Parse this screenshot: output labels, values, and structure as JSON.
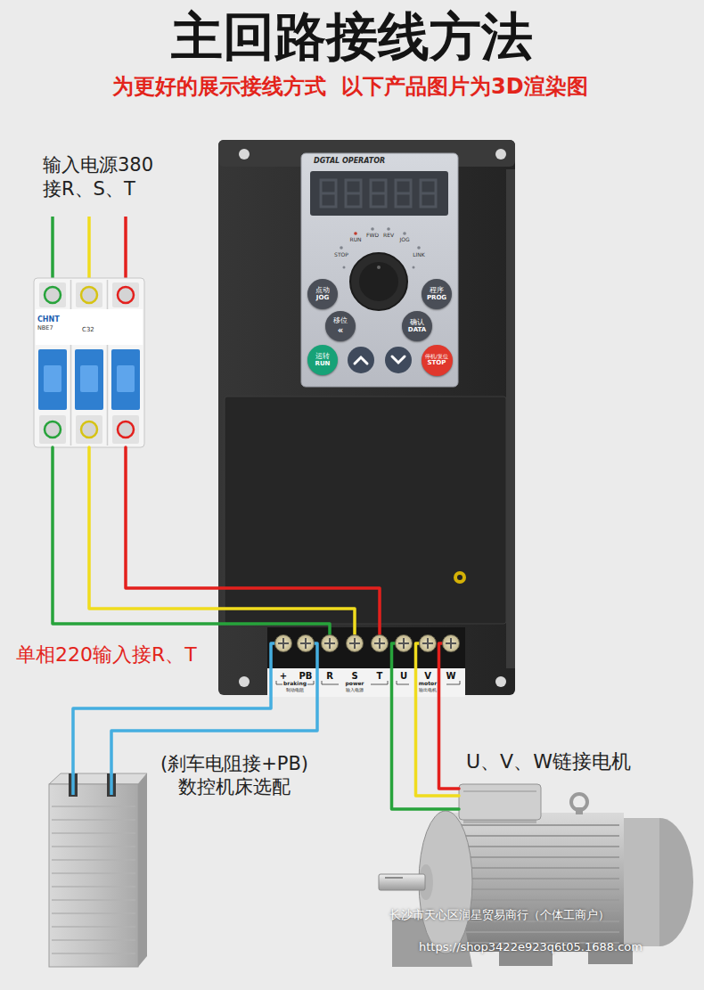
{
  "diagram": {
    "title": "主回路接线方法",
    "nodes": [
      {
        "text": [
          "输入电源380 接R、S、T",
          "CHNT",
          "NBE7",
          "C32"
        ]
      },
      {
        "text": [
          "DGTAL OPERATOR"
        ]
      },
      {
        "text": [
          "点动",
          "JOG"
        ],
        "in": 1
      },
      {
        "text": [
          "程序",
          "PROG"
        ],
        "in": 1
      },
      {
        "text": [
          "移位",
          "«"
        ],
        "in": 1
      },
      {
        "text": [
          "确认",
          "DATA"
        ],
        "in": 1
      },
      {
        "text": [
          "运转",
          "RUN"
        ],
        "in": 1
      },
      {
        "text": [
          "停机/复位",
          "STOP"
        ],
        "in": 1
      },
      {
        "text": [
          "+"
        ],
        "in": 1
      },
      {
        "text": [
          "PB"
        ],
        "in": 1
      },
      {
        "text": [
          "R"
        ],
        "in": 1
      },
      {
        "text": [
          "S"
        ],
        "in": 1
      },
      {
        "text": [
          "T"
        ],
        "in": 1
      },
      {
        "text": [
          "U"
        ],
        "in": 1
      },
      {
        "text": [
          "V"
        ],
        "in": 1
      },
      {
        "text": [
          "W"
        ],
        "in": 1
      },
      {
        "text": [
          "(刹车电阻接+PB) 数控机床选配"
        ]
      },
      {
        "text": [
          "U、V、W链接电机"
        ]
      }
    ],
    "edges": [
      {
        "from": 0,
        "to": 10,
        "arrow": "none"
      },
      {
        "from": 0,
        "to": 11,
        "arrow": "none"
      },
      {
        "from": 0,
        "to": 12,
        "arrow": "none"
      },
      {
        "from": 8,
        "to": 16,
        "arrow": "none"
      },
      {
        "from": 9,
        "to": 16,
        "arrow": "none"
      },
      {
        "from": 13,
        "to": 17,
        "arrow": "none"
      },
      {
        "from": 14,
        "to": 17,
        "arrow": "none"
      },
      {
        "from": 15,
        "to": 17,
        "arrow": "none"
      }
    ],
    "labels": [
      "为更好的展示接线方式  以下产品图片为3D渲染图",
      "单相220输入接R、T",
      "RUN",
      "FWD",
      "REV",
      "JOG",
      "STOP",
      "LINK",
      "braking",
      "制动电阻",
      "power",
      "输入电源",
      "motor",
      "输出电机",
      "长沙市天心区润星贸易商行（个体工商户）",
      "https://shop3422e923q6t05.1688.com"
    ]
  }
}
